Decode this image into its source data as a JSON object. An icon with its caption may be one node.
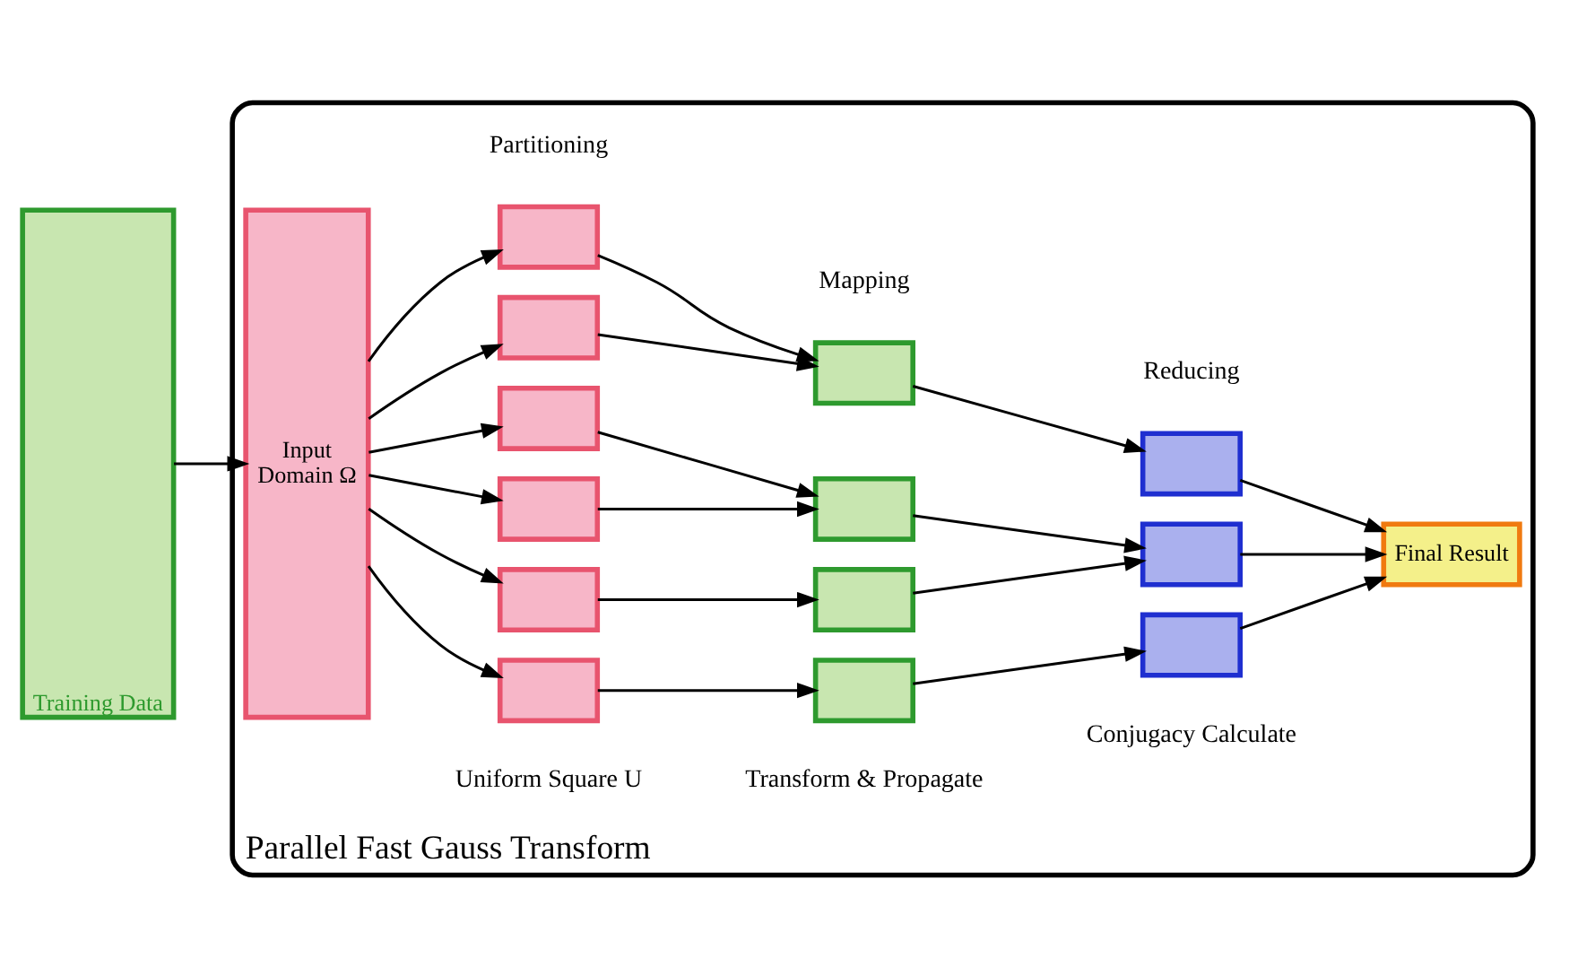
{
  "diagram": {
    "nodes": [
      {
        "text": [
          "Training Data"
        ]
      },
      {
        "text": [
          "Parallel Fast Gauss Transform"
        ]
      },
      {
        "text": [
          "Input",
          "Domain Ω"
        ],
        "in": 1
      },
      {
        "text": [],
        "shape": "box",
        "in": 1
      },
      {
        "text": [],
        "shape": "box",
        "in": 1
      },
      {
        "text": [],
        "shape": "box",
        "in": 1
      },
      {
        "text": [],
        "shape": "box",
        "in": 1
      },
      {
        "text": [],
        "shape": "box",
        "in": 1
      },
      {
        "text": [],
        "shape": "box",
        "in": 1
      },
      {
        "text": [],
        "shape": "box",
        "in": 1
      },
      {
        "text": [],
        "shape": "box",
        "in": 1
      },
      {
        "text": [],
        "shape": "box",
        "in": 1
      },
      {
        "text": [],
        "shape": "box",
        "in": 1
      },
      {
        "text": [],
        "shape": "box",
        "in": 1
      },
      {
        "text": [],
        "shape": "box",
        "in": 1
      },
      {
        "text": [],
        "shape": "box",
        "in": 1
      },
      {
        "text": [
          "Final Result"
        ],
        "in": 1
      }
    ],
    "edges": [
      {
        "from": 0,
        "to": 2,
        "arrow": "to"
      },
      {
        "from": 2,
        "to": 3,
        "arrow": "to"
      },
      {
        "from": 2,
        "to": 4,
        "arrow": "to"
      },
      {
        "from": 2,
        "to": 5,
        "arrow": "to"
      },
      {
        "from": 2,
        "to": 6,
        "arrow": "to"
      },
      {
        "from": 2,
        "to": 7,
        "arrow": "to"
      },
      {
        "from": 2,
        "to": 8,
        "arrow": "to"
      },
      {
        "from": 3,
        "to": 9,
        "arrow": "to"
      },
      {
        "from": 4,
        "to": 9,
        "arrow": "to"
      },
      {
        "from": 5,
        "to": 10,
        "arrow": "to"
      },
      {
        "from": 6,
        "to": 10,
        "arrow": "to"
      },
      {
        "from": 7,
        "to": 11,
        "arrow": "to"
      },
      {
        "from": 8,
        "to": 12,
        "arrow": "to"
      },
      {
        "from": 9,
        "to": 13,
        "arrow": "to"
      },
      {
        "from": 10,
        "to": 14,
        "arrow": "to"
      },
      {
        "from": 11,
        "to": 14,
        "arrow": "to"
      },
      {
        "from": 12,
        "to": 15,
        "arrow": "to"
      },
      {
        "from": 13,
        "to": 16,
        "arrow": "to"
      },
      {
        "from": 14,
        "to": 16,
        "arrow": "to"
      },
      {
        "from": 15,
        "to": 16,
        "arrow": "to"
      }
    ],
    "labels": [
      "Partitioning",
      "Mapping",
      "Reducing",
      "Uniform Square U",
      "Transform & Propagate",
      "Conjugacy Calculate"
    ]
  }
}
